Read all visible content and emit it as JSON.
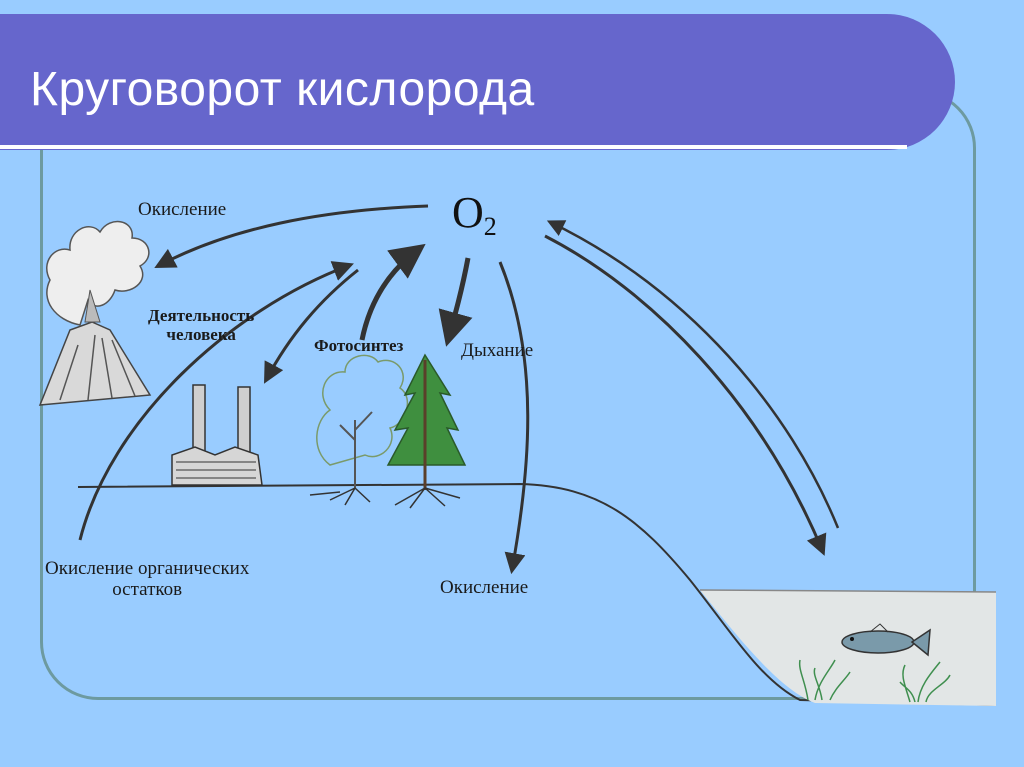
{
  "title": "Круговорот кислорода",
  "center": {
    "symbol": "O",
    "subscript": "2"
  },
  "labels": {
    "oxidation_top": "Окисление",
    "human_activity_line1": "Деятельность",
    "human_activity_line2": "человека",
    "photosynthesis": "Фотосинтез",
    "respiration": "Дыхание",
    "organic_oxidation_line1": "Окисление органических",
    "organic_oxidation_line2": "остатков",
    "oxidation_bottom": "Окисление"
  },
  "colors": {
    "background": "#99ccff",
    "title_bar": "#6666cc",
    "frame": "#6d9aa0",
    "arrow": "#333333",
    "water": "#e2e6e6"
  }
}
